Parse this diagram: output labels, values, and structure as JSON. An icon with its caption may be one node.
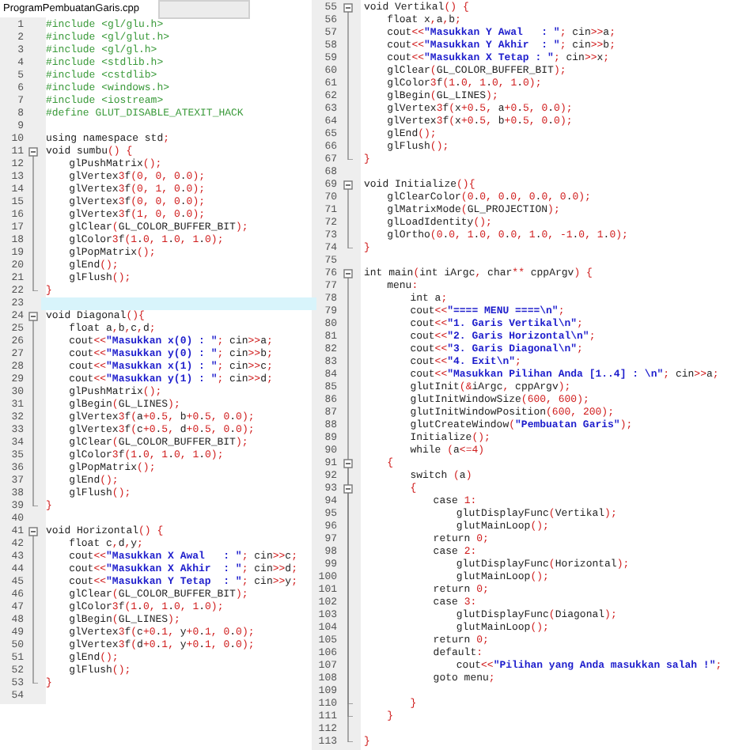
{
  "diagram": {
    "labels": [
      "ProgramPembuatanGaris.cpp",
      "1",
      "#include <gl/glu.h>",
      "2",
      "#include <gl/glut.h>",
      "3",
      "#include <gl/gl.h>",
      "4",
      "#include <stdlib.h>",
      "5",
      "#include <cstdlib>",
      "6",
      "#include <windows.h>",
      "7",
      "#include <iostream>",
      "8",
      "#define GLUT_DISABLE_ATEXIT_HACK",
      "9",
      "10",
      "using namespace std;",
      "11",
      "void sumbu() {",
      "12",
      "glPushMatrix();",
      "13",
      "glVertex3f(0, 0, 0.0);",
      "14",
      "glVertex3f(0, 1, 0.0);",
      "15",
      "glVertex3f(0, 0, 0.0);",
      "16",
      "glVertex3f(1, 0, 0.0);",
      "17",
      "glClear(GL_COLOR_BUFFER_BIT);",
      "18",
      "glColor3f(1.0, 1.0, 1.0);",
      "19",
      "glPopMatrix();",
      "20",
      "glEnd();",
      "21",
      "glFlush();",
      "22",
      "}",
      "23",
      "24",
      "void Diagonal(){",
      "25",
      "float a,b,c,d;",
      "26",
      "cout<<\"Masukkan x(0) : \"; cin>>a;",
      "27",
      "cout<<\"Masukkan y(0) : \"; cin>>b;",
      "28",
      "cout<<\"Masukkan x(1) : \"; cin>>c;",
      "29",
      "cout<<\"Masukkan y(1) : \"; cin>>d;",
      "30",
      "glPushMatrix();",
      "31",
      "glBegin(GL_LINES);",
      "32",
      "glVertex3f(a+0.5, b+0.5, 0.0);",
      "33",
      "glVertex3f(c+0.5, d+0.5, 0.0);",
      "34",
      "glClear(GL_COLOR_BUFFER_BIT);",
      "35",
      "glColor3f(1.0, 1.0, 1.0);",
      "36",
      "glPopMatrix();",
      "37",
      "glEnd();",
      "38",
      "glFlush();",
      "39",
      "}",
      "40",
      "41",
      "void Horizontal() {",
      "42",
      "float c,d,y;",
      "43",
      "cout<<\"Masukkan X Awal   : \"; cin>>c;",
      "44",
      "cout<<\"Masukkan X Akhir  : \"; cin>>d;",
      "45",
      "cout<<\"Masukkan Y Tetap  : \"; cin>>y;",
      "46",
      "glClear(GL_COLOR_BUFFER_BIT);",
      "47",
      "glColor3f(1.0, 1.0, 1.0);",
      "48",
      "glBegin(GL_LINES);",
      "49",
      "glVertex3f(c+0.1, y+0.1, 0.0);",
      "50",
      "glVertex3f(d+0.1, y+0.1, 0.0);",
      "51",
      "glEnd();",
      "52",
      "glFlush();",
      "53",
      "}",
      "54",
      "55",
      "void Vertikal() {",
      "56",
      "float x,a,b;",
      "57",
      "cout<<\"Masukkan Y Awal   : \"; cin>>a;",
      "58",
      "cout<<\"Masukkan Y Akhir  : \"; cin>>b;",
      "59",
      "cout<<\"Masukkan X Tetap : \"; cin>>x;",
      "60",
      "glClear(GL_COLOR_BUFFER_BIT);",
      "61",
      "glColor3f(1.0, 1.0, 1.0);",
      "62",
      "glBegin(GL_LINES);",
      "63",
      "glVertex3f(x+0.5, a+0.5, 0.0);",
      "64",
      "glVertex3f(x+0.5, b+0.5, 0.0);",
      "65",
      "glEnd();",
      "66",
      "glFlush();",
      "67",
      "}",
      "68",
      "69",
      "void Initialize(){",
      "70",
      "glClearColor(0.0, 0.0, 0.0, 0.0);",
      "71",
      "glMatrixMode(GL_PROJECTION);",
      "72",
      "glLoadIdentity();",
      "73",
      "glOrtho(0.0, 1.0, 0.0, 1.0, -1.0, 1.0);",
      "74",
      "}",
      "75",
      "76",
      "int main(int iArgc, char** cppArgv) {",
      "77",
      "menu:",
      "78",
      "int a;",
      "79",
      "cout<<\"==== MENU ====\\n\";",
      "80",
      "cout<<\"1. Garis Vertikal\\n\";",
      "81",
      "cout<<\"2. Garis Horizontal\\n\";",
      "82",
      "cout<<\"3. Garis Diagonal\\n\";",
      "83",
      "cout<<\"4. Exit\\n\";",
      "84",
      "cout<<\"Masukkan Pilihan Anda [1..4] : \\n\"; cin>>a;",
      "85",
      "glutInit(&iArgc, cppArgv);",
      "86",
      "glutInitWindowSize(600, 600);",
      "87",
      "glutInitWindowPosition(600, 200);",
      "88",
      "glutCreateWindow(\"Pembuatan Garis\");",
      "89",
      "Initialize();",
      "90",
      "while (a<=4)",
      "91",
      "{",
      "92",
      "switch (a)",
      "93",
      "{",
      "94",
      "case 1:",
      "95",
      "glutDisplayFunc(Vertikal);",
      "96",
      "glutMainLoop();",
      "97",
      "return 0;",
      "98",
      "case 2:",
      "99",
      "glutDisplayFunc(Horizontal);",
      "100",
      "glutMainLoop();",
      "101",
      "return 0;",
      "102",
      "case 3:",
      "103",
      "glutDisplayFunc(Diagonal);",
      "104",
      "glutMainLoop();",
      "105",
      "return 0;",
      "106",
      "default:",
      "107",
      "cout<<\"Pilihan yang Anda masukkan salah !\";",
      "108",
      "goto menu;",
      "109",
      "110",
      "}",
      "111",
      "}",
      "112",
      "113",
      "}"
    ]
  }
}
